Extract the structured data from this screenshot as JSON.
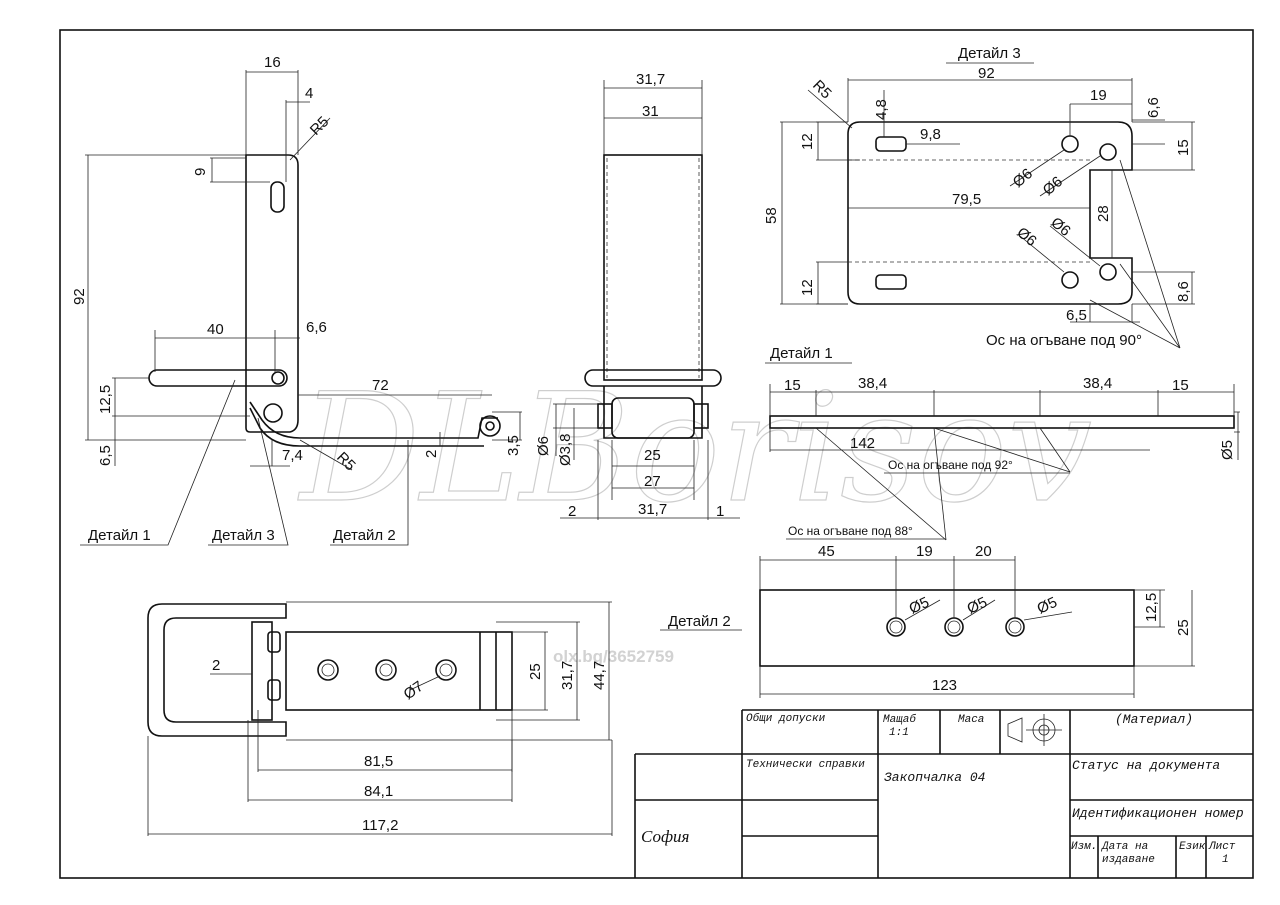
{
  "dims": {
    "side": {
      "d16": "16",
      "d4": "4",
      "r5_top": "R5",
      "d9": "9",
      "d92": "92",
      "d40": "40",
      "d6_6": "6,6",
      "d72": "72",
      "d12_5": "12,5",
      "d6_5": "6,5",
      "d7_4": "7,4",
      "r5_bottom": "R5",
      "d2": "2",
      "d3_5": "3,5"
    },
    "front": {
      "d31_7_top": "31,7",
      "d31": "31",
      "dphi6": "Ø6",
      "dphi3_8": "Ø3,8",
      "d25": "25",
      "d27": "27",
      "d2": "2",
      "d31_7_bottom": "31,7",
      "d1": "1"
    },
    "detail3": {
      "title": "Детайл 3",
      "d92": "92",
      "r5": "R5",
      "d4_8": "4,8",
      "d19": "19",
      "d6_6": "6,6",
      "d9_8": "9,8",
      "d12_top": "12",
      "d15": "15",
      "phi6_a": "Ø6",
      "phi6_b": "Ø6",
      "d79_5": "79,5",
      "d58": "58",
      "d28": "28",
      "phi6_c": "Ø6",
      "phi6_d": "Ø6",
      "d12_bottom": "12",
      "d8_6": "8,6",
      "d6_5": "6,5",
      "bend_axis": "Ос на огъване под 90°"
    },
    "detail1": {
      "title": "Детайл 1",
      "d15_left": "15",
      "d38_4_left": "38,4",
      "d38_4_right": "38,4",
      "d15_right": "15",
      "d142": "142",
      "dphi5": "Ø5",
      "bend92": "Ос на огъване под 92°",
      "bend88": "Ос на огъване под 88°"
    },
    "detail2": {
      "title": "Детайл 2",
      "d45": "45",
      "d19": "19",
      "d20": "20",
      "phi5_a": "Ø5",
      "phi5_b": "Ø5",
      "phi5_c": "Ø5",
      "d12_5": "12,5",
      "d25": "25",
      "d123": "123"
    },
    "top": {
      "d2": "2",
      "dphi7": "Ø7",
      "d25": "25",
      "d31_7": "31,7",
      "d44_7": "44,7",
      "d81_5": "81,5",
      "d84_1": "84,1",
      "d117_2": "117,2"
    }
  },
  "callouts": {
    "detail1": "Детайл 1",
    "detail3": "Детайл 3",
    "detail2": "Детайл 2"
  },
  "watermark": {
    "signature": "DLBorisov",
    "url": "olx.bg/3652759"
  },
  "title_block": {
    "general_tolerances": "Общи допуски",
    "scale_label": "Мащаб",
    "scale_value": "1:1",
    "mass_label": "Маса",
    "material": "(Материал)",
    "technical_refs": "Технически справки",
    "part_name": "Закопчалка 04",
    "doc_status": "Статус на документа",
    "id_number": "Идентификационен номер",
    "city": "София",
    "rev_label": "Изм.",
    "issue_date_label_1": "Дата на",
    "issue_date_label_2": "издаване",
    "lang_label": "Език",
    "sheet_label": "Лист",
    "sheet_value": "1"
  }
}
